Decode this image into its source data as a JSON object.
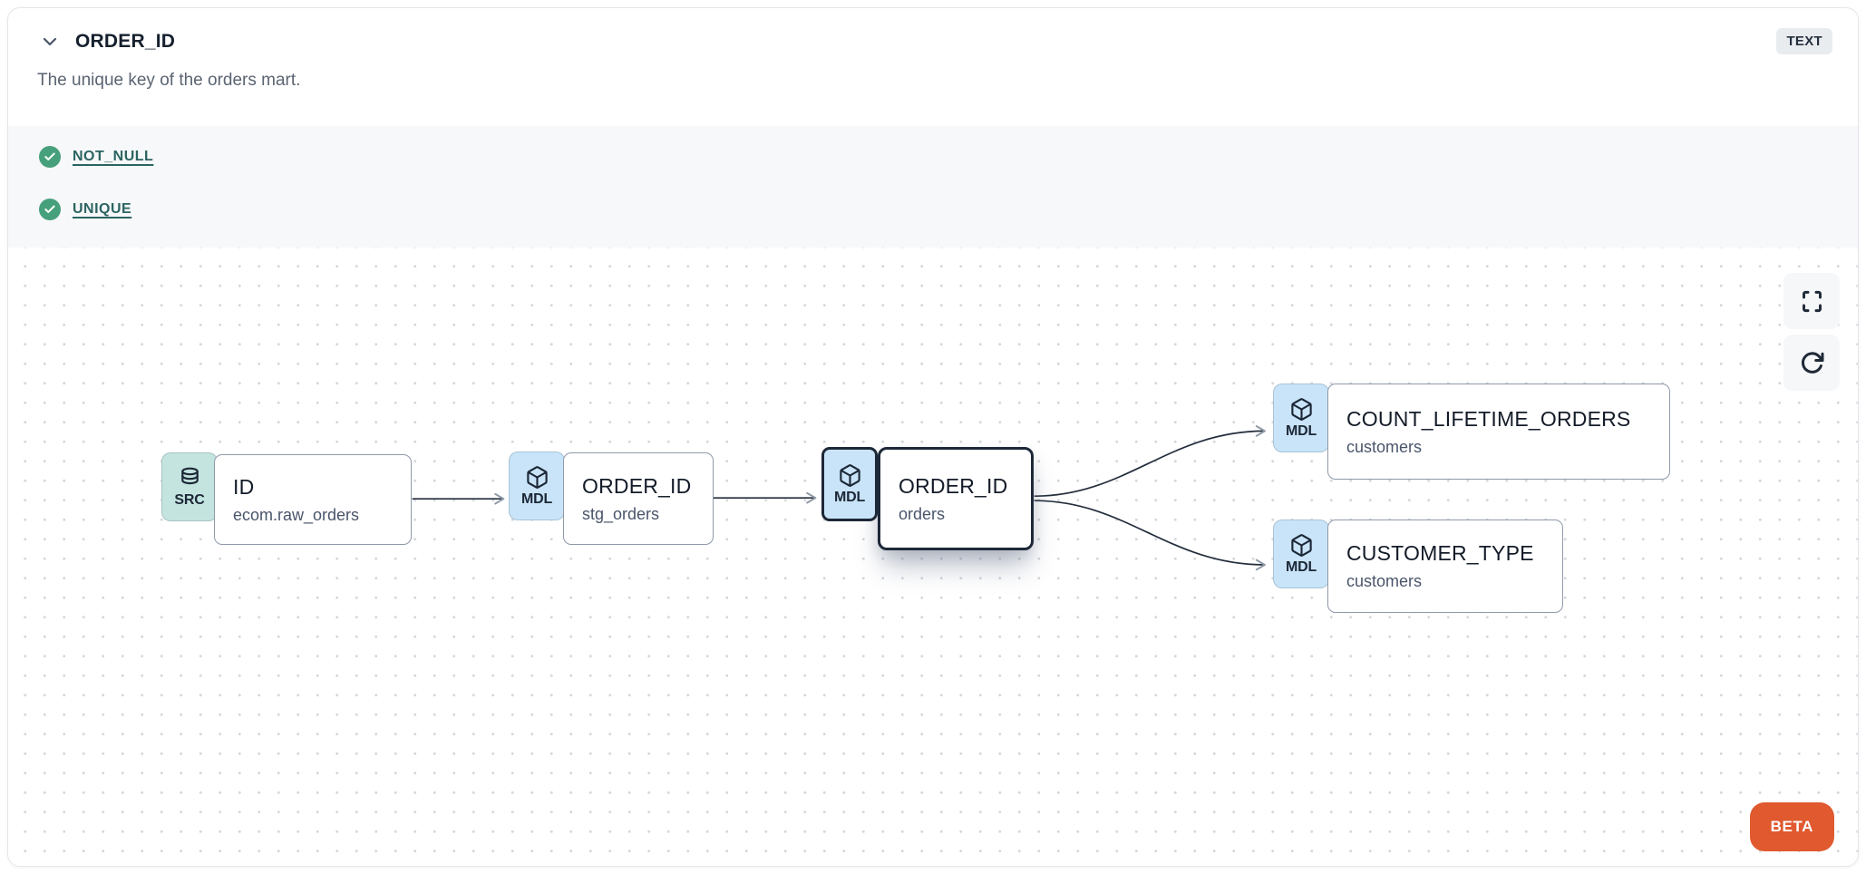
{
  "header": {
    "collapse_icon": "chevron-down",
    "title": "ORDER_ID",
    "type_badge": "TEXT"
  },
  "description": "The unique key of the orders mart.",
  "tests": [
    {
      "icon": "check-circle",
      "label": "NOT_NULL"
    },
    {
      "icon": "check-circle",
      "label": "UNIQUE"
    }
  ],
  "lineage": {
    "nodes": [
      {
        "badge": "SRC",
        "icon": "database",
        "title": "ID",
        "subtitle": "ecom.raw_orders",
        "selected": false
      },
      {
        "badge": "MDL",
        "icon": "cube",
        "title": "ORDER_ID",
        "subtitle": "stg_orders",
        "selected": false
      },
      {
        "badge": "MDL",
        "icon": "cube",
        "title": "ORDER_ID",
        "subtitle": "orders",
        "selected": true
      },
      {
        "badge": "MDL",
        "icon": "cube",
        "title": "COUNT_LIFETIME_ORDERS",
        "subtitle": "customers",
        "selected": false
      },
      {
        "badge": "MDL",
        "icon": "cube",
        "title": "CUSTOMER_TYPE",
        "subtitle": "customers",
        "selected": false
      }
    ],
    "edges": [
      {
        "from": "ID ecom.raw_orders",
        "to": "ORDER_ID stg_orders"
      },
      {
        "from": "ORDER_ID stg_orders",
        "to": "ORDER_ID orders"
      },
      {
        "from": "ORDER_ID orders",
        "to": "COUNT_LIFETIME_ORDERS customers"
      },
      {
        "from": "ORDER_ID orders",
        "to": "CUSTOMER_TYPE customers"
      }
    ],
    "controls": [
      {
        "icon": "fullscreen"
      },
      {
        "icon": "refresh"
      }
    ],
    "beta_label": "BETA"
  },
  "colors": {
    "test_pass_green": "#47a07c",
    "link_teal": "#2b6462",
    "src_badge_bg": "#c4e4e0",
    "mdl_badge_bg": "#c9e4f8",
    "node_border": "#8f99a8",
    "selected_border": "#1d2838",
    "edge_color": "#232d3c",
    "beta_orange": "#e0592f",
    "type_badge_bg": "#e9ecef",
    "tests_section_bg": "#f7f8f9"
  }
}
